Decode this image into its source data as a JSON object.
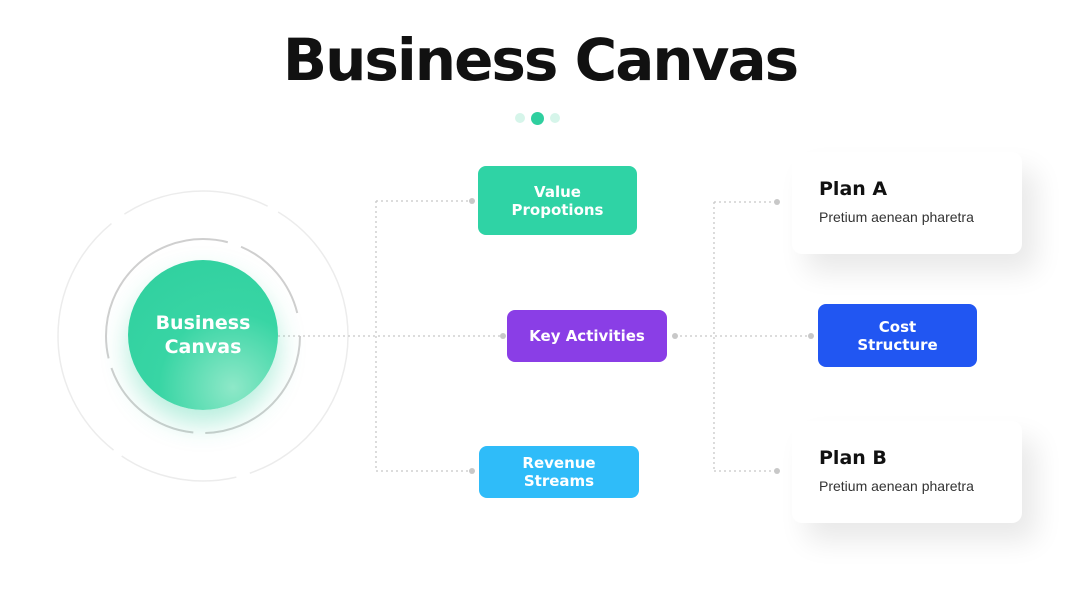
{
  "title": "Business Canvas",
  "hub": {
    "label_line1": "Business",
    "label_line2": "Canvas"
  },
  "nodes": {
    "value": {
      "line1": "Value",
      "line2": "Propotions"
    },
    "key": {
      "label": "Key Activities"
    },
    "revenue": {
      "line1": "Revenue",
      "line2": "Streams"
    },
    "cost": {
      "line1": "Cost",
      "line2": "Structure"
    }
  },
  "cards": {
    "plan_a": {
      "title": "Plan A",
      "text": "Pretium aenean pharetra"
    },
    "plan_b": {
      "title": "Plan B",
      "text": "Pretium aenean pharetra"
    }
  },
  "colors": {
    "green": "#2fd3a5",
    "purple": "#8a3ee6",
    "cyan": "#2fbcf9",
    "blue": "#2156f2",
    "connector": "#c8c8c8"
  }
}
